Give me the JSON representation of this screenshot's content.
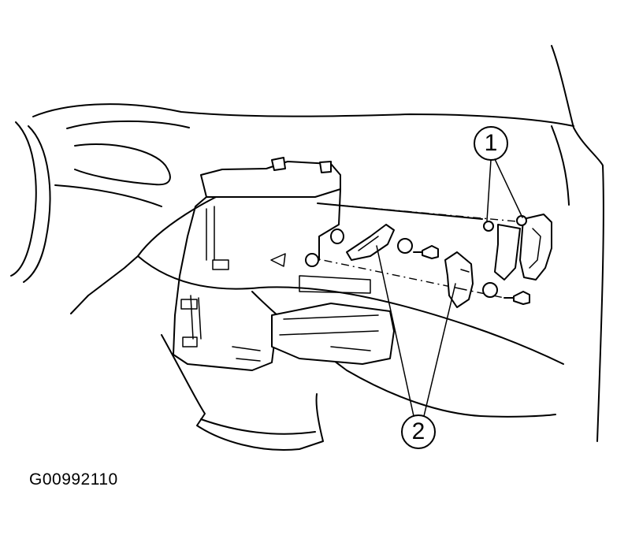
{
  "figure": {
    "id_label": "G00992110"
  },
  "callouts": [
    {
      "number": "1"
    },
    {
      "number": "2"
    }
  ]
}
